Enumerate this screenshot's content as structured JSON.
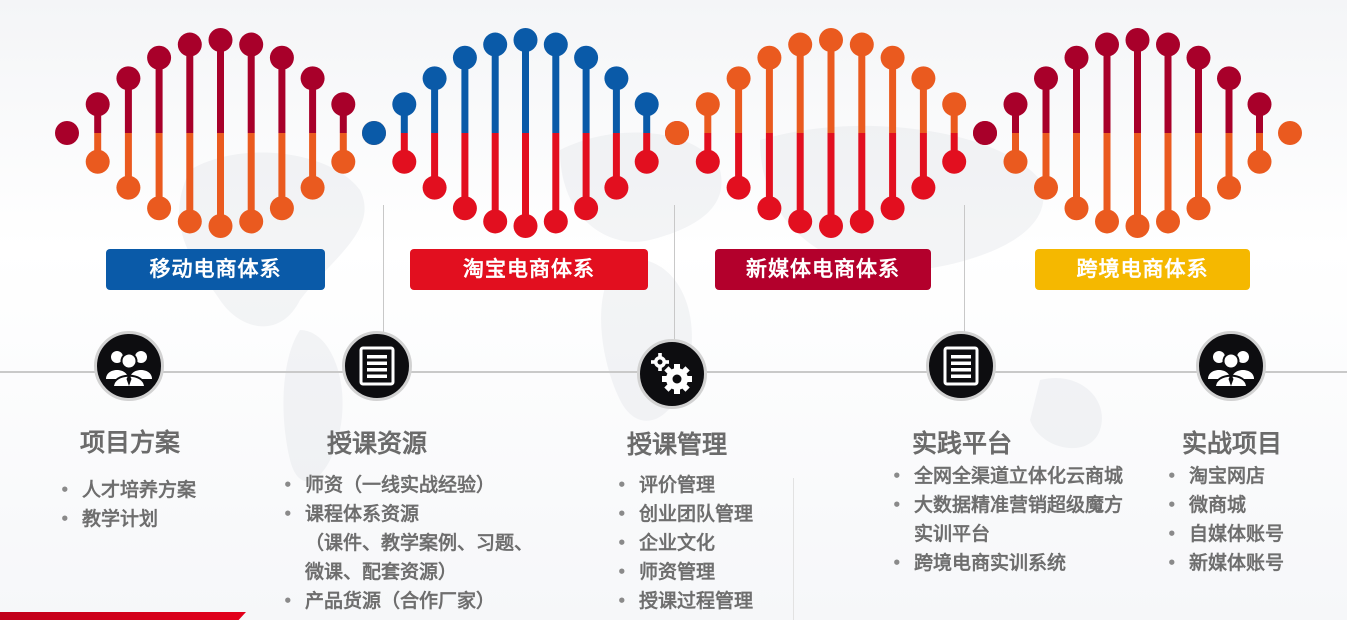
{
  "colors": {
    "blue": "#0a5aa8",
    "red": "#e20f1f",
    "crimson": "#a8002a",
    "orange": "#ea5a1f",
    "yellow": "#f5b800",
    "icon_bg": "#0d0d10",
    "text_gray": "#6b6b6b"
  },
  "tags": [
    {
      "label": "移动电商体系",
      "color": "#0a5aa8"
    },
    {
      "label": "淘宝电商体系",
      "color": "#e20f1f"
    },
    {
      "label": "新媒体电商体系",
      "color": "#b3002c"
    },
    {
      "label": "跨境电商体系",
      "color": "#f5b800"
    }
  ],
  "columns": [
    {
      "icon": "team-icon",
      "title": "项目方案",
      "items": [
        "人才培养方案",
        "教学计划"
      ]
    },
    {
      "icon": "document-list-icon",
      "title": "授课资源",
      "items": [
        "师资（一线实战经验）",
        "课程体系资源",
        "（课件、教学案例、习题、",
        "微课、配套资源）",
        "产品货源（合作厂家）"
      ]
    },
    {
      "icon": "gears-icon",
      "title": "授课管理",
      "items": [
        "评价管理",
        "创业团队管理",
        "企业文化",
        "师资管理",
        "授课过程管理"
      ]
    },
    {
      "icon": "document-list-icon",
      "title": "实践平台",
      "items": [
        "全网全渠道立体化云商城",
        "大数据精准营销超级魔方",
        "实训平台",
        "跨境电商实训系统"
      ]
    },
    {
      "icon": "team-icon",
      "title": "实战项目",
      "items": [
        "淘宝网店",
        "微商城",
        "自媒体账号",
        "新媒体账号"
      ]
    }
  ]
}
